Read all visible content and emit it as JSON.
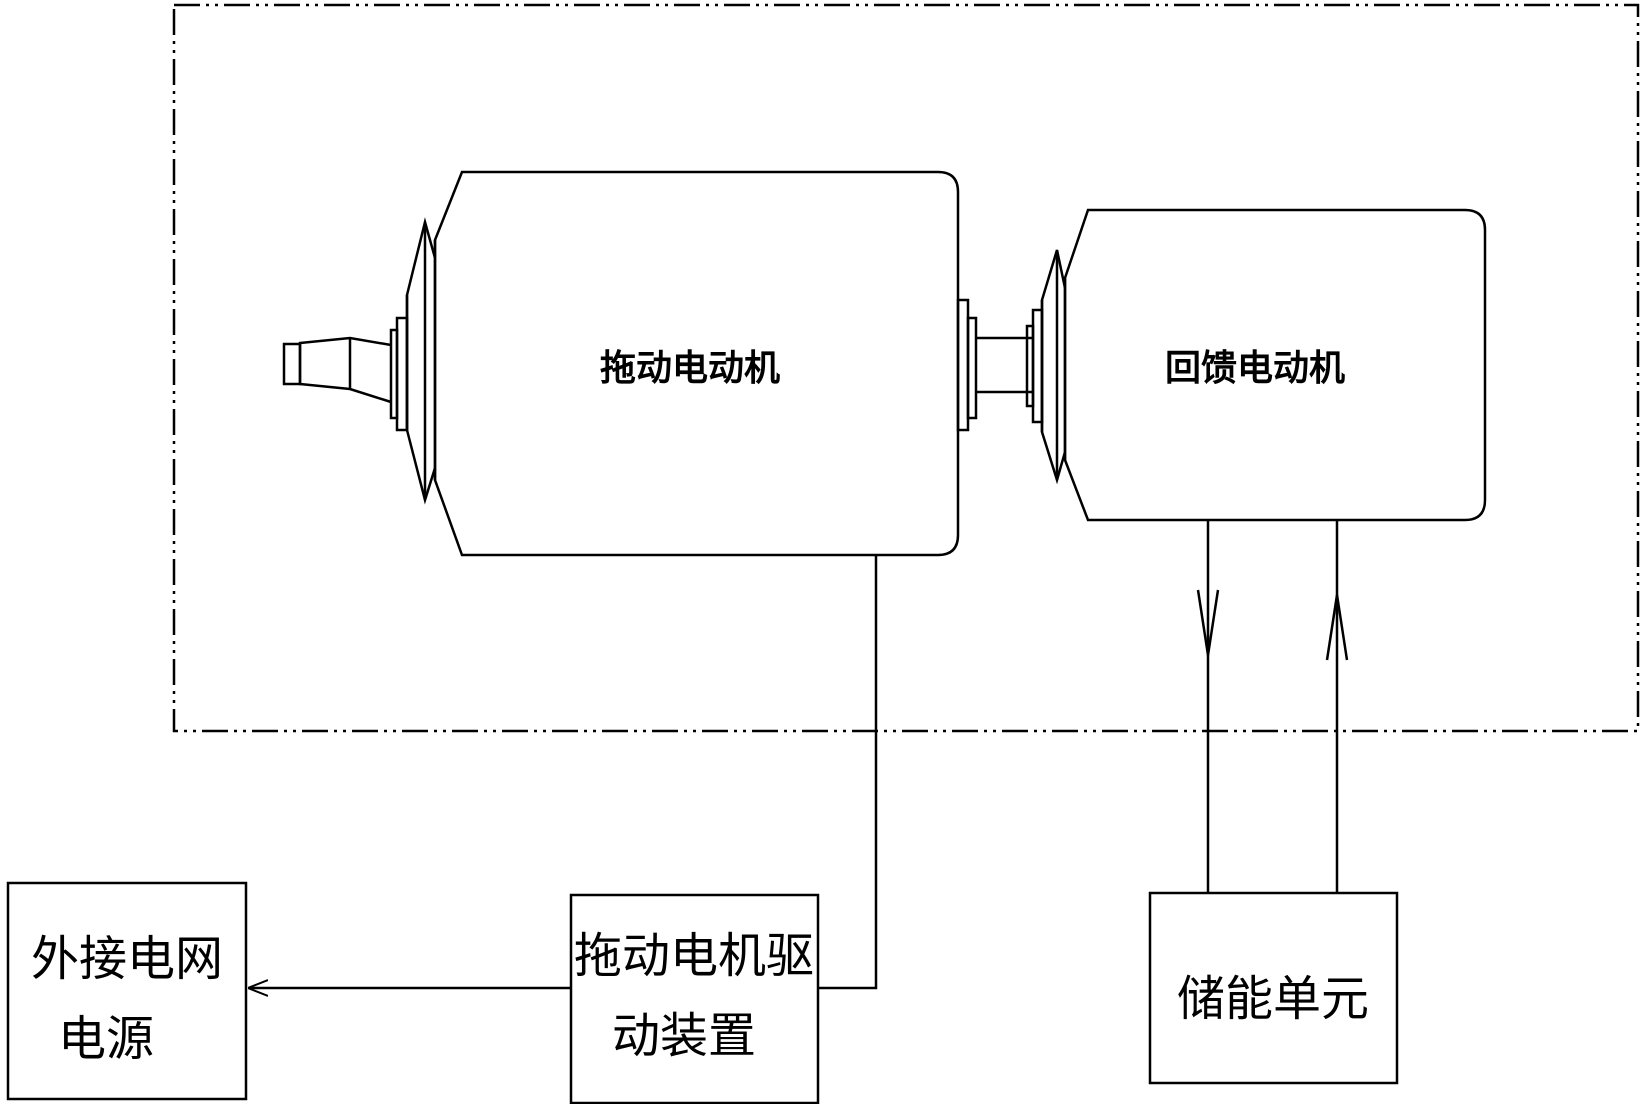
{
  "motors": {
    "drive_motor": "拖动电动机",
    "feedback_motor": "回馈电动机"
  },
  "boxes": {
    "grid_line1": "外接电网",
    "grid_line2": "电源",
    "driver_line1": "拖动电机驱",
    "driver_line2": "动装置",
    "storage": "储能单元"
  }
}
